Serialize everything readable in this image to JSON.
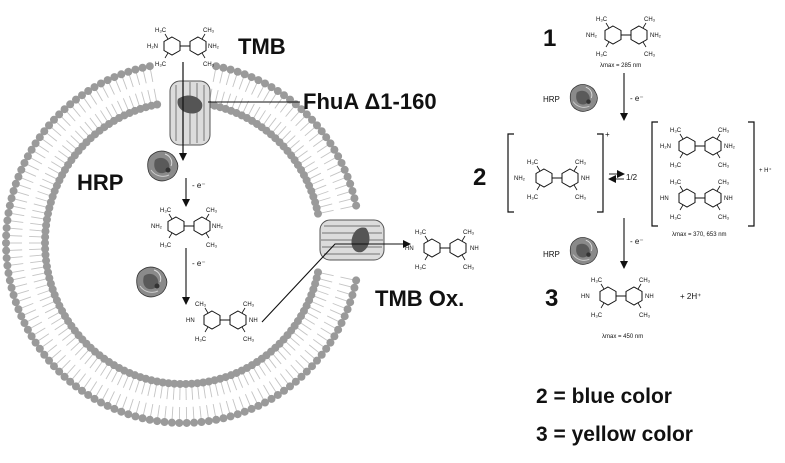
{
  "membrane": {
    "top_label": "TMB",
    "channel_label": "FhuA Δ1-160",
    "enzyme_label": "HRP",
    "electron_1": "- e⁻",
    "electron_2": "- e⁻",
    "product_label": "TMB Ox."
  },
  "scheme": {
    "step1_number": "1",
    "step1_lambda": "λmax = 285 nm",
    "hrp_1": "HRP",
    "e1": "- e⁻",
    "step2_number": "2",
    "half": "1/2",
    "plus_charge": "+",
    "h_plus": "+ H⁺",
    "step2_lambda": "λmax = 370, 653 nm",
    "hrp_2": "HRP",
    "e2": "- e⁻",
    "step3_number": "3",
    "step3_suffix": "+ 2H⁺",
    "step3_lambda": "λmax = 450 nm"
  },
  "legend": {
    "line1": "2 = blue color",
    "line2": "3 = yellow color"
  },
  "chem": {
    "ch3": "CH₃",
    "h3c": "H₃C",
    "nh2": "NH₂",
    "h2n": "H₂N",
    "nh": "NH",
    "hn": "HN"
  },
  "colors": {
    "lipid_head": "#9a9a9a",
    "lipid_tail": "#c4c4c4",
    "protein": "#7a7a7a",
    "ink": "#111111"
  }
}
